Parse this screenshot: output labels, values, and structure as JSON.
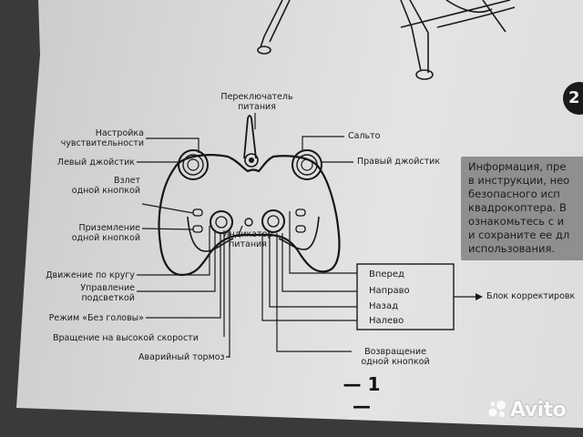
{
  "page": {
    "number": "— 1 —",
    "watermark": "Avito"
  },
  "labels": {
    "power_switch": [
      "Переключатель",
      "питания"
    ],
    "sensitivity": [
      "Настройка",
      "чувствительности"
    ],
    "flip": "Сальто",
    "left_stick": "Левый джойстик",
    "right_stick": "Правый джойстик",
    "takeoff": [
      "Взлет",
      "одной кнопкой"
    ],
    "landing": [
      "Приземление",
      "одной кнопкой"
    ],
    "power_led": [
      "Индикатор",
      "питания"
    ],
    "circle": "Движение по кругу",
    "light": [
      "Управление",
      "подсветкой"
    ],
    "headless": "Режим «Без головы»",
    "high_speed": "Вращение на высокой скорости",
    "brake": "Аварийный тормоз",
    "return": [
      "Возвращение",
      "одной кнопкой"
    ],
    "trim_block": "Блок корректировк"
  },
  "trim_box": [
    "Вперед",
    "Направо",
    "Назад",
    "Налево"
  ],
  "info": {
    "badge": "2",
    "lines": [
      "Информация,  пре",
      "в инструкции, нео",
      "безопасного  исп",
      "квадрокоптера. В",
      "ознакомьтесь с и",
      "и сохраните ее дл",
      "использования."
    ]
  }
}
